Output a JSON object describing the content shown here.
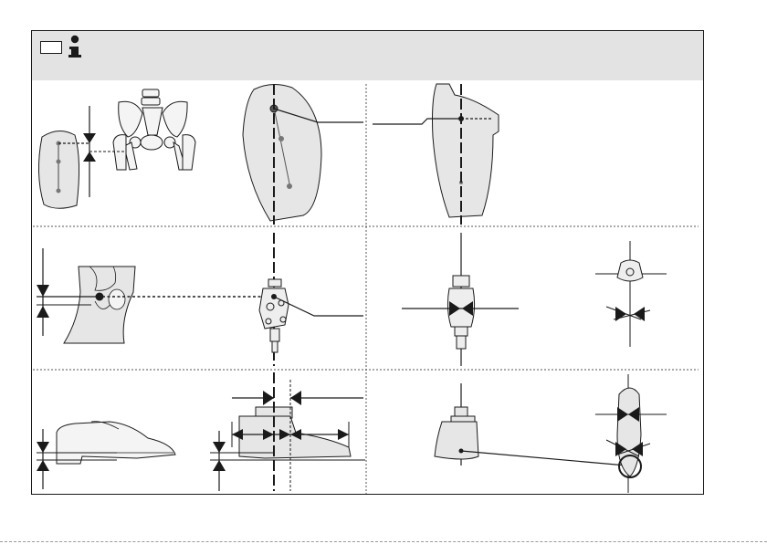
{
  "colors": {
    "line": "#1a1a1a",
    "fill": "#e6e6e6",
    "header": "#e3e3e3",
    "divider": "#555555"
  },
  "icons": {
    "header_box": "empty-box-icon",
    "info": "info-icon"
  },
  "cells": [
    "pelvis-thigh-alignment",
    "socket-lateral-line",
    "socket-sagittal-line",
    "knee-joint-height",
    "prosthetic-knee-frontal",
    "foot-rotation",
    "heel-height",
    "foot-sagittal-offset",
    "foot-frontal-alignment",
    "foot-sole-rotation"
  ]
}
